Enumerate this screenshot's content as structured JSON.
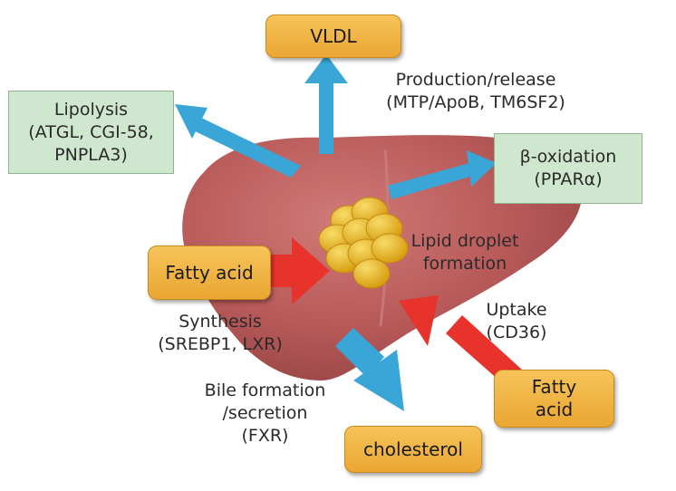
{
  "nodes": {
    "vldl": "VLDL",
    "lipolysis": "Lipolysis\n(ATGL, CGI-58,\nPNPLA3)",
    "beta_oxidation": "β-oxidation\n(PPARα)",
    "fatty_acid_left": "Fatty acid",
    "fatty_acid_right": "Fatty\nacid",
    "cholesterol": "cholesterol"
  },
  "labels": {
    "production": "Production/release\n(MTP/ApoB, TM6SF2)",
    "lipid_droplet": "Lipid droplet\nformation",
    "synthesis": "Synthesis\n(SREBP1, LXR)",
    "uptake": "Uptake\n(CD36)",
    "bile": "Bile formation\n/secretion\n(FXR)"
  },
  "colors": {
    "liver": "#b85a5a",
    "blue_arrow": "#3aa6d8",
    "red_arrow": "#e8322c",
    "orange_box": "#eeae3a",
    "green_box": "#cfe6cf",
    "droplet": "#e8b420"
  }
}
